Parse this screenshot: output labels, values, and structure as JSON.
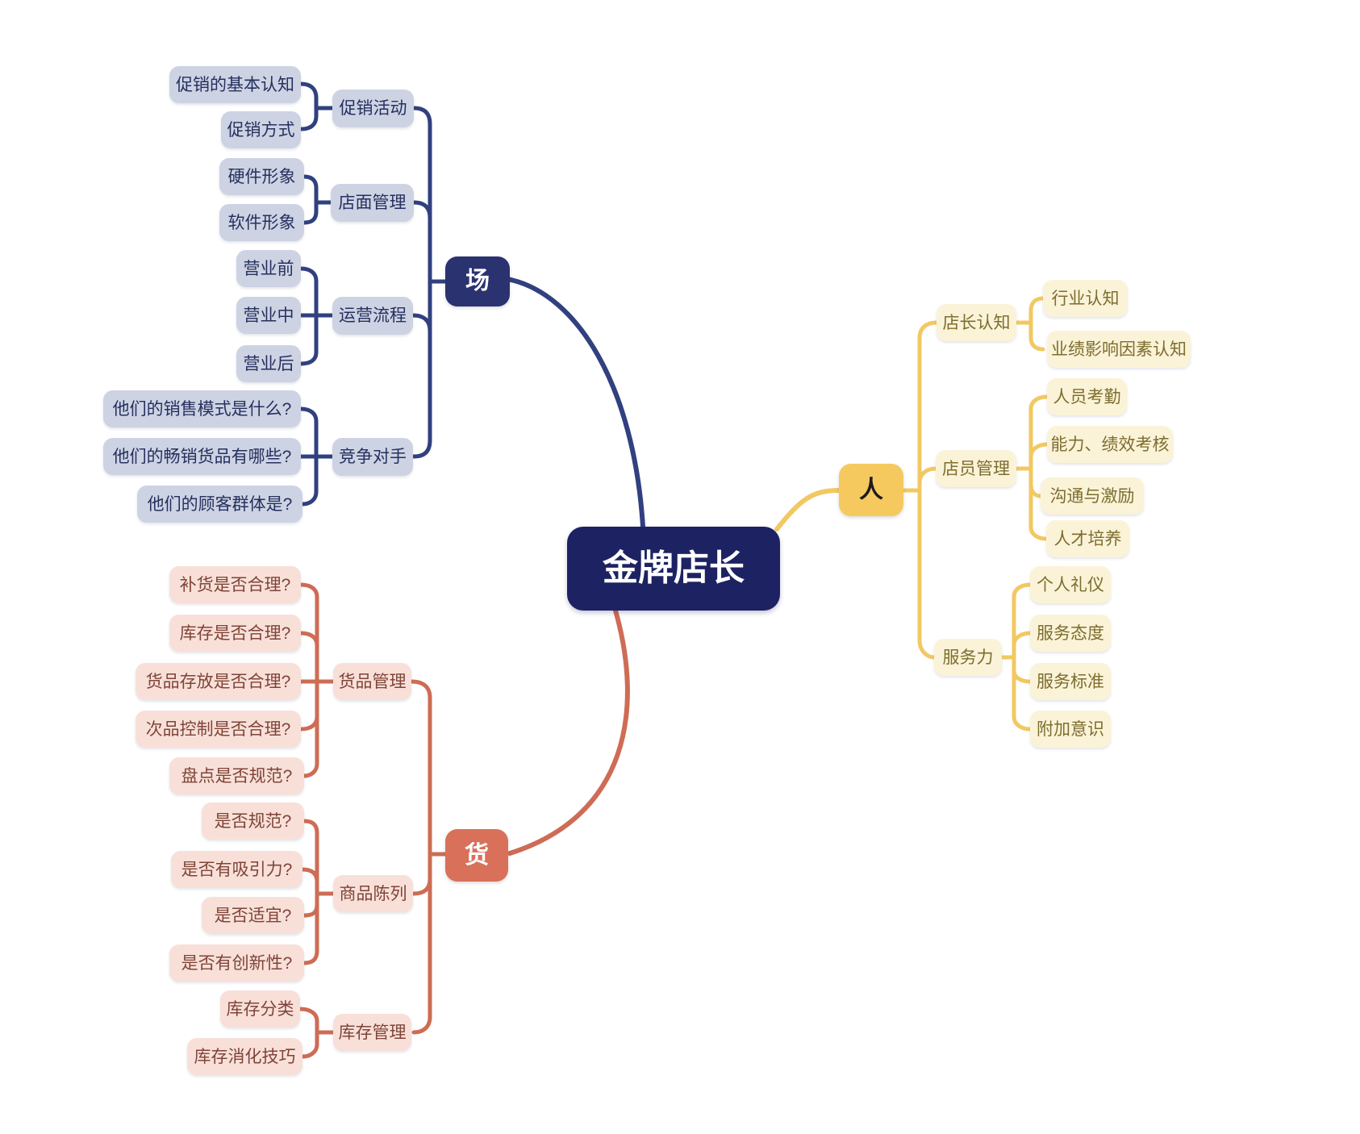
{
  "title": "金牌店长",
  "colors": {
    "center_bg": "#1d2263",
    "navy_line": "#31407f",
    "navy_node_bg": "#cdd3e3",
    "navy_text": "#25305f",
    "yellow_line": "#f1c862",
    "yellow_main_bg": "#f6c95f",
    "cream_node_bg": "#fbf3d8",
    "cream_text": "#7d6d2e",
    "salmon_line": "#ce6c55",
    "salmon_main_bg": "#d9705a",
    "pink_node_bg": "#f8e0d9",
    "pink_text": "#7f4437"
  },
  "branches": [
    {
      "key": "chang",
      "label": "场",
      "topics": [
        {
          "label": "促销活动",
          "children": [
            "促销的基本认知",
            "促销方式"
          ]
        },
        {
          "label": "店面管理",
          "children": [
            "硬件形象",
            "软件形象"
          ]
        },
        {
          "label": "运营流程",
          "children": [
            "营业前",
            "营业中",
            "营业后"
          ]
        },
        {
          "label": "竞争对手",
          "children": [
            "他们的销售模式是什么?",
            "他们的畅销货品有哪些?",
            "他们的顾客群体是?"
          ]
        }
      ]
    },
    {
      "key": "ren",
      "label": "人",
      "topics": [
        {
          "label": "店长认知",
          "children": [
            "行业认知",
            "业绩影响因素认知"
          ]
        },
        {
          "label": "店员管理",
          "children": [
            "人员考勤",
            "能力、绩效考核",
            "沟通与激励",
            "人才培养"
          ]
        },
        {
          "label": "服务力",
          "children": [
            "个人礼仪",
            "服务态度",
            "服务标准",
            "附加意识"
          ]
        }
      ]
    },
    {
      "key": "huo",
      "label": "货",
      "topics": [
        {
          "label": "货品管理",
          "children": [
            "补货是否合理?",
            "库存是否合理?",
            "货品存放是否合理?",
            "次品控制是否合理?",
            "盘点是否规范?"
          ]
        },
        {
          "label": "商品陈列",
          "children": [
            "是否规范?",
            "是否有吸引力?",
            "是否适宜?",
            "是否有创新性?"
          ]
        },
        {
          "label": "库存管理",
          "children": [
            "库存分类",
            "库存消化技巧"
          ]
        }
      ]
    }
  ]
}
